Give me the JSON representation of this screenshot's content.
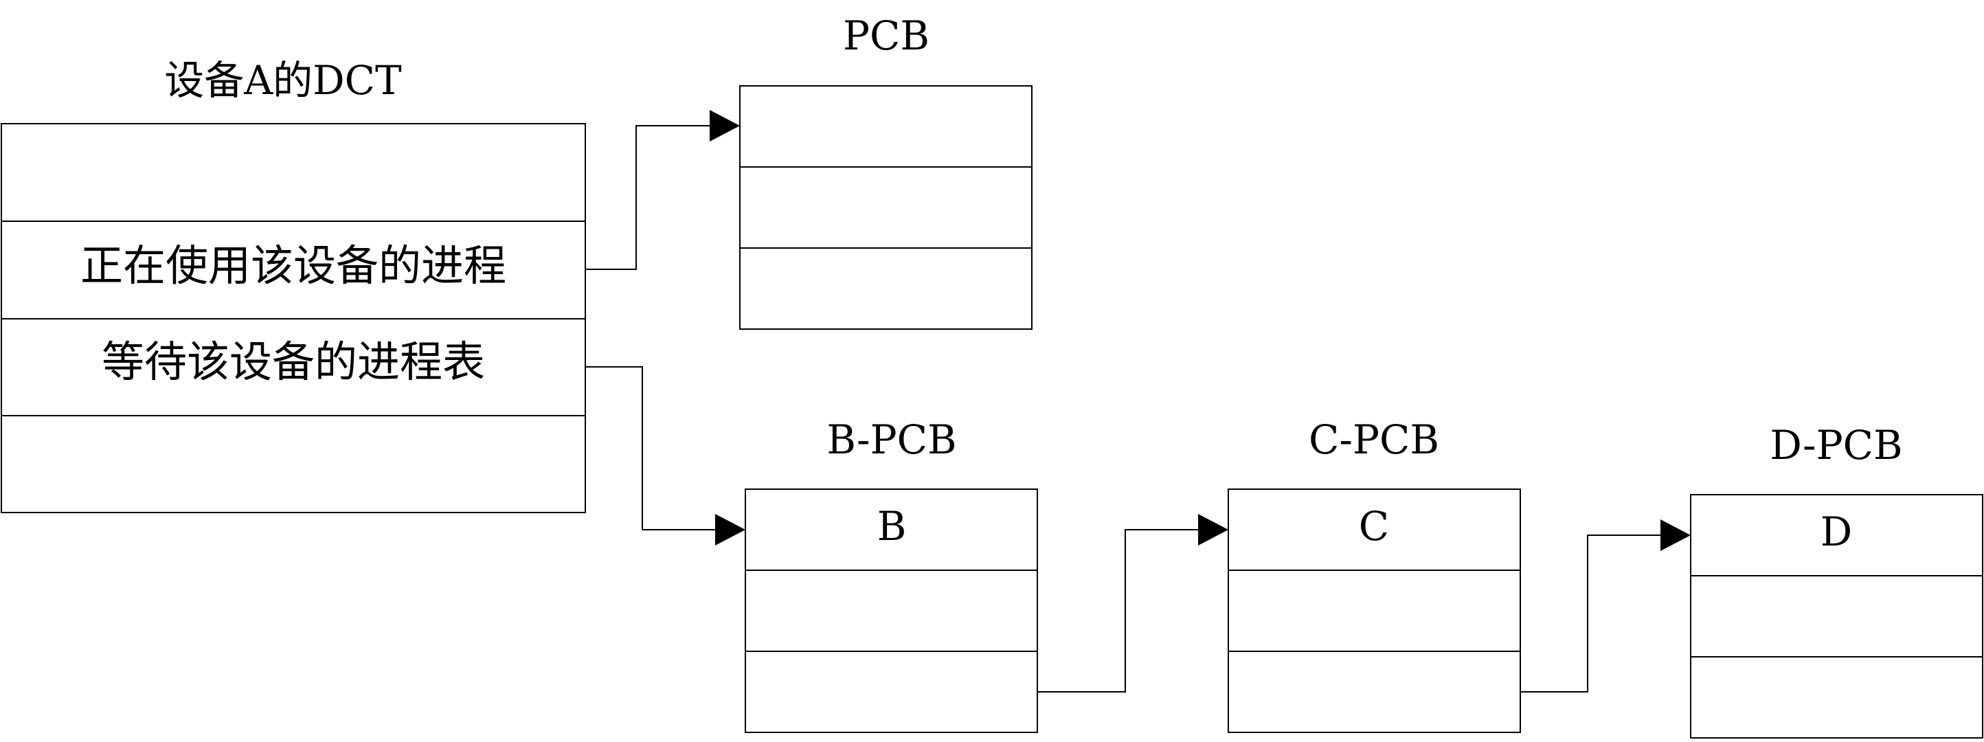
{
  "dct": {
    "title": "设备A的DCT",
    "rows": [
      "",
      "正在使用该设备的进程",
      "等待该设备的进程表",
      ""
    ]
  },
  "pcb_top": {
    "title": "PCB",
    "rows": [
      "",
      "",
      ""
    ]
  },
  "queue": [
    {
      "title": "B-PCB",
      "rows": [
        "B",
        "",
        ""
      ]
    },
    {
      "title": "C-PCB",
      "rows": [
        "C",
        "",
        ""
      ]
    },
    {
      "title": "D-PCB",
      "rows": [
        "D",
        "",
        ""
      ]
    }
  ]
}
